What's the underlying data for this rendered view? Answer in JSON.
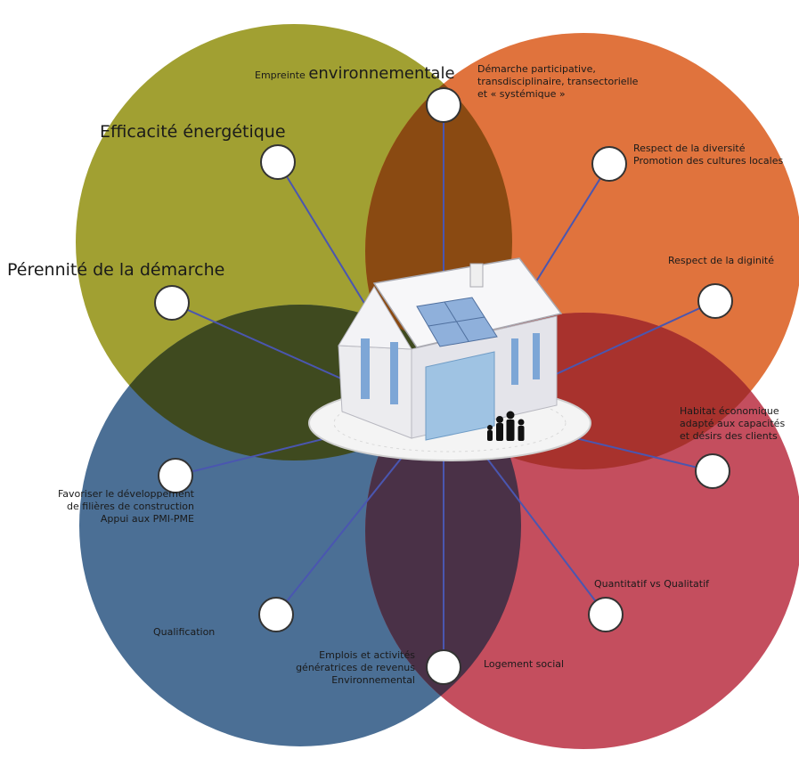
{
  "colors": {
    "olive": "#a1a032",
    "orange": "#e0733d",
    "blue": "#4b6f95",
    "pink": "#c44e5e",
    "overlap_olive_orange": "#8a4a12",
    "overlap_olive_blue": "#3f4a1f",
    "overlap_orange_pink": "#a8322d",
    "overlap_blue_pink": "#4a3147",
    "connector": "#4a56b0",
    "node_fill": "#ffffff",
    "node_stroke": "#333333"
  },
  "labels": {
    "empreinte_small": "Empreinte",
    "empreinte_big": "environnementale",
    "demarche": [
      "Démarche participative,",
      "transdisciplinaire, transectorielle",
      "et  « systémique »"
    ],
    "efficacite": "Efficacité énergétique",
    "diversite": [
      "Respect de la diversité",
      "Promotion des cultures locales"
    ],
    "perennite": "Pérennité de la démarche",
    "dignite": "Respect de la diginité",
    "habitat": [
      "Habitat économique",
      "adapté aux capacités",
      "et désirs des clients"
    ],
    "filieres": [
      "Favoriser le développement",
      "de filières de construction",
      "Appui aux PMI-PME"
    ],
    "quantitatif": "Quantitatif vs Qualitatif",
    "qualification": "Qualification",
    "emplois": [
      "Emplois et activités",
      "génératrices de revenus",
      "Environnemental"
    ],
    "logement": "Logement social"
  }
}
